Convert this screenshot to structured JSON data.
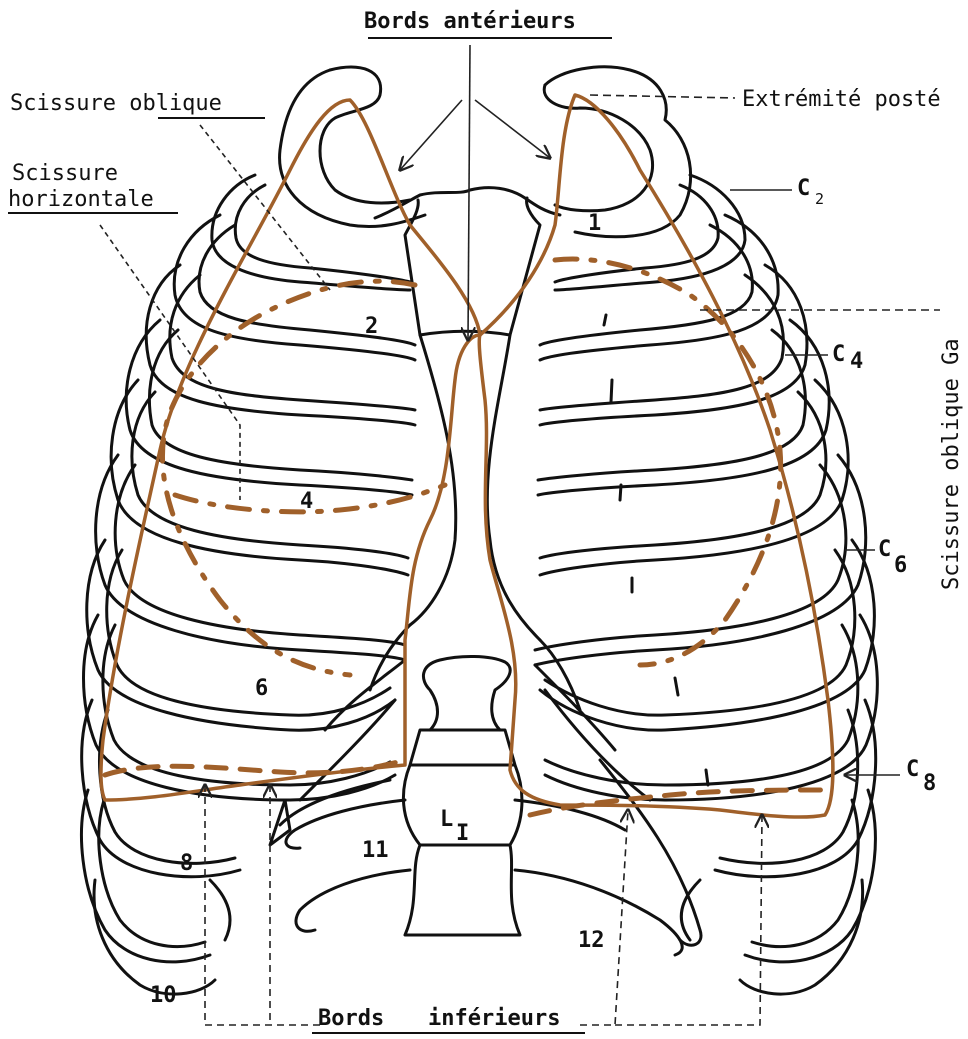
{
  "labels": {
    "bords_anterieurs": "Bords antérieurs",
    "scissure_oblique": "Scissure oblique",
    "scissure_horizontale_1": "Scissure",
    "scissure_horizontale_2": "horizontale",
    "extremite": "Extrémité posté",
    "scissure_oblique_gauche": "Scissure oblique Ga",
    "bords_inferieurs_1": "Bords",
    "bords_inferieurs_2": "inférieurs"
  },
  "rib_numbers": {
    "r2": "2",
    "r4": "4",
    "r6": "6",
    "r8": "8",
    "r10": "10",
    "r11": "11",
    "r12": "12",
    "r1_mark": "1"
  },
  "callouts": {
    "c2": "C",
    "c2_sub": "2",
    "c4": "C",
    "c4_sub": "4",
    "c6": "C",
    "c6_sub": "6",
    "c8": "C",
    "c8_sub": "8",
    "li": "L",
    "li_sub": "I"
  },
  "colors": {
    "bone_line": "#111111",
    "lung_border": "#a0602a",
    "fissure": "#a0602a",
    "guide_line": "#222222"
  }
}
